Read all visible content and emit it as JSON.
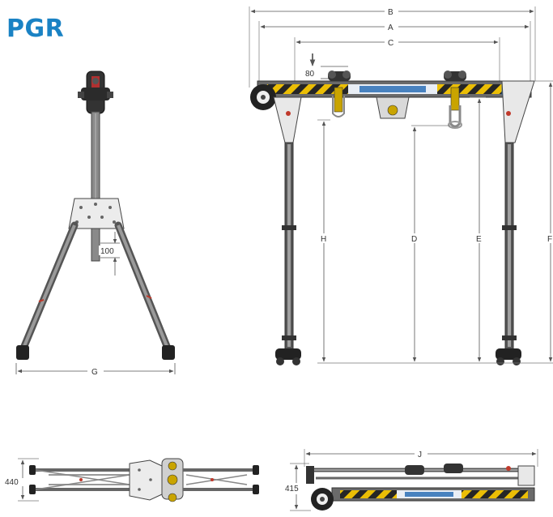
{
  "title": "PGR",
  "colors": {
    "brand_blue": "#1a82c4",
    "frame": "#4a4a4a",
    "dimension": "#555555",
    "hazard_yellow": "#f2c200",
    "accent_red": "#c0392b"
  },
  "front_view": {
    "dims": {
      "a": "A",
      "b": "B",
      "c": "C",
      "d": "D",
      "e": "E",
      "f": "F",
      "h": "H",
      "top_offset": "80"
    }
  },
  "side_view": {
    "dims": {
      "g": "G",
      "offset": "100"
    }
  },
  "folded_top_view": {
    "dims": {
      "width": "440"
    }
  },
  "folded_side_view": {
    "dims": {
      "j": "J",
      "height": "415"
    }
  }
}
